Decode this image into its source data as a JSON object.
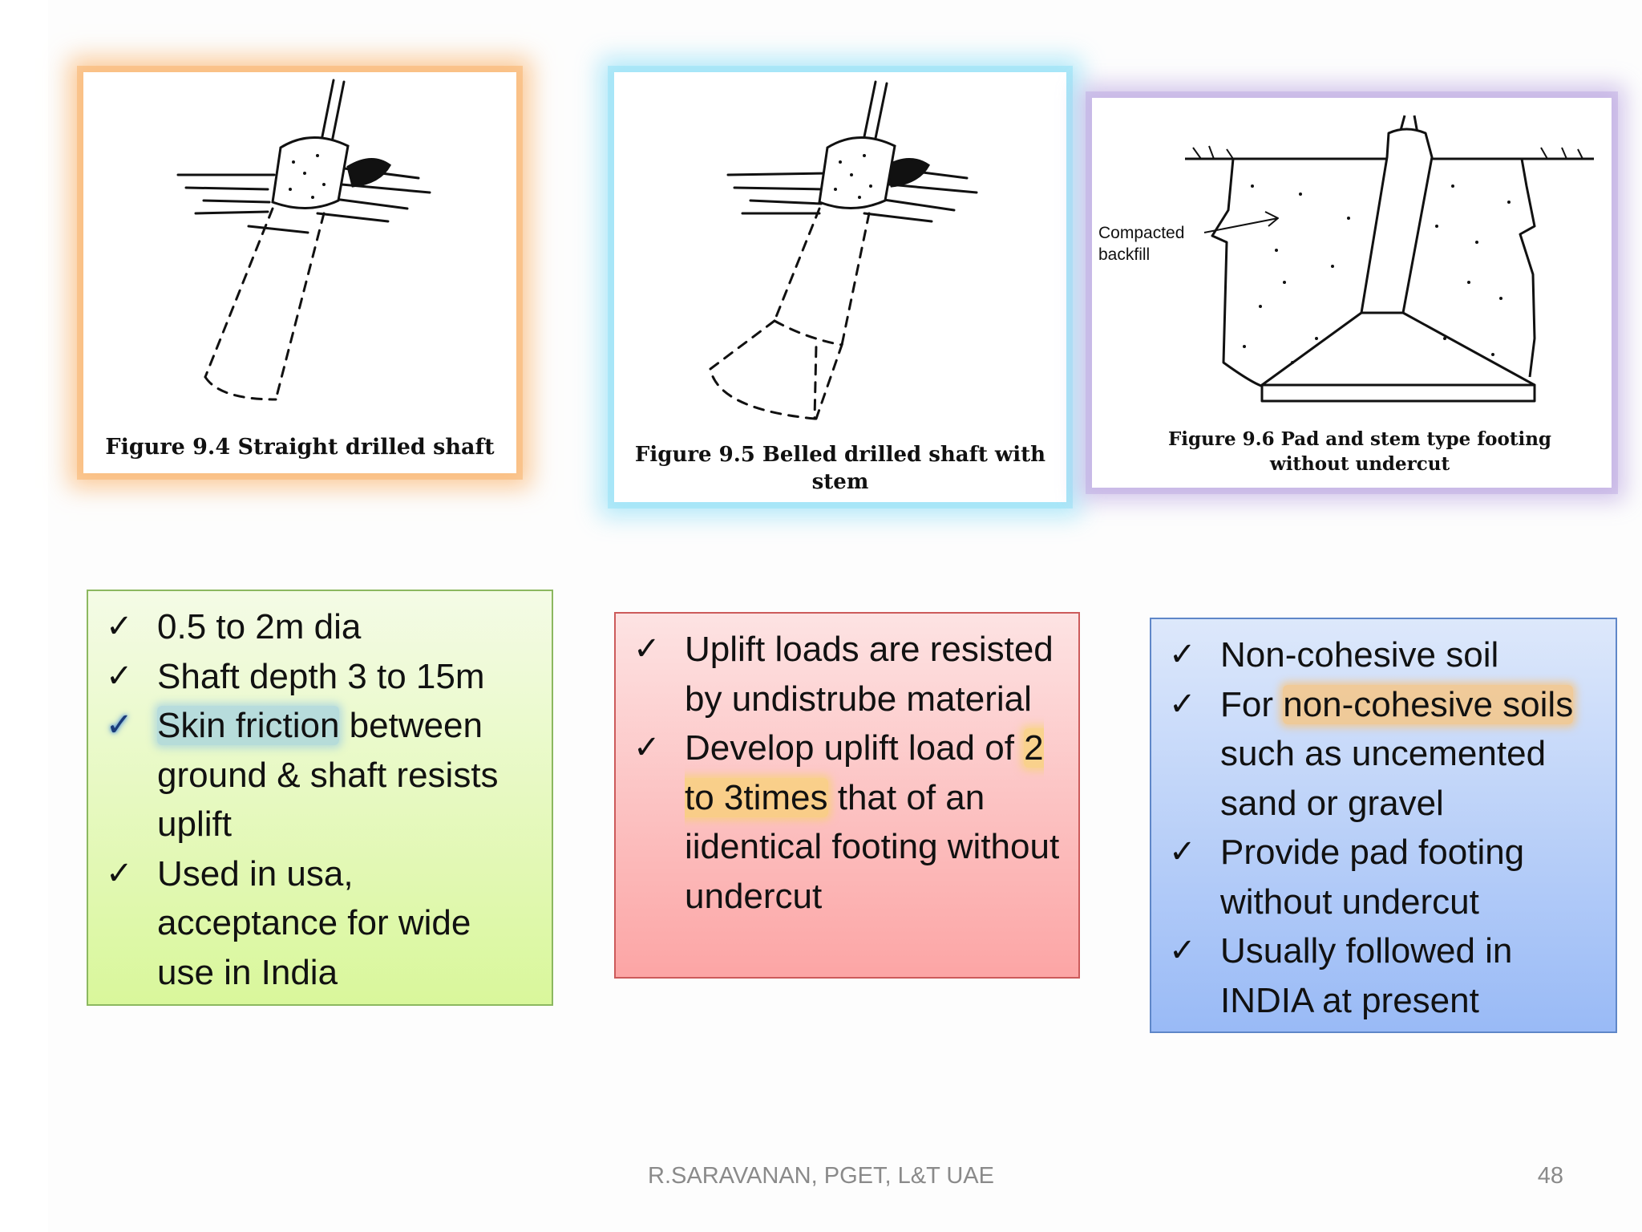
{
  "figures": [
    {
      "caption": "Figure 9.4 Straight drilled shaft"
    },
    {
      "caption": "Figure 9.5 Belled drilled shaft with stem"
    },
    {
      "caption": "Figure 9.6 Pad and stem type footing without undercut",
      "label_line1": "Compacted",
      "label_line2": "backfill"
    }
  ],
  "box1": {
    "items": [
      {
        "text": "0.5 to 2m dia"
      },
      {
        "text": "Shaft depth 3 to 15m"
      },
      {
        "highlight": "Skin friction",
        "rest": " between ground & shaft resists uplift"
      },
      {
        "text": "Used in usa, acceptance for wide use in India"
      }
    ]
  },
  "box2": {
    "items": [
      {
        "text": "Uplift loads are resisted by undistrube material"
      },
      {
        "before": "Develop uplift load of ",
        "highlight": "2 to 3times",
        "after": " that of an iidentical footing without undercut"
      }
    ]
  },
  "box3": {
    "items": [
      {
        "text": "Non-cohesive soil"
      },
      {
        "before": "For ",
        "highlight": "non-cohesive soils",
        "after": " such as uncemented sand or gravel"
      },
      {
        "text": "Provide pad footing without undercut"
      },
      {
        "text": "Usually followed in INDIA at present"
      }
    ]
  },
  "footer": {
    "author": "R.SARAVANAN, PGET, L&T UAE",
    "page_number": "48"
  },
  "check_glyph": "✓",
  "colors": {
    "orange_glow": "#fab96e",
    "cyan_glow": "#a0e4f8",
    "purple_glow": "#c3b2e4",
    "green_box": "#d9f79b",
    "red_box": "#fca5a5",
    "blue_box": "#99baf6"
  }
}
